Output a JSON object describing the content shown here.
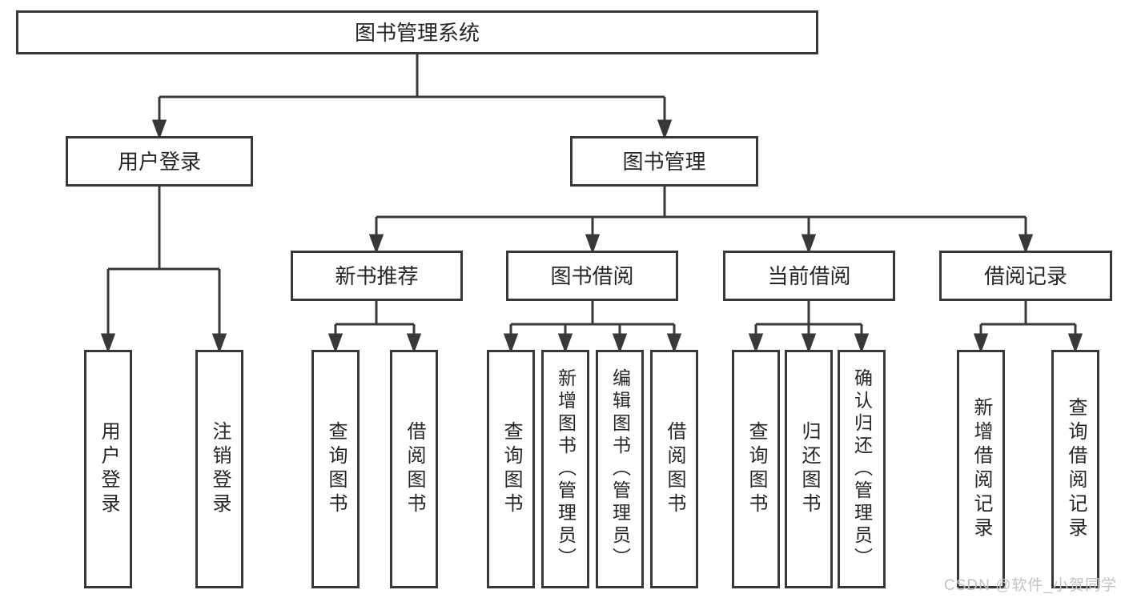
{
  "diagram_type": "functional-structure-tree",
  "colors": {
    "background": "#ffffff",
    "line": "#383838",
    "box_border": "#383838",
    "text": "#262626",
    "watermark": "#c3c3c3"
  },
  "tree": {
    "root": {
      "label": "图书管理系统"
    },
    "branches": [
      {
        "label": "用户登录",
        "children": [
          {
            "label": "用户登录"
          },
          {
            "label": "注销登录"
          }
        ]
      },
      {
        "label": "图书管理",
        "children": [
          {
            "label": "新书推荐",
            "children": [
              {
                "label": "查询图书"
              },
              {
                "label": "借阅图书"
              }
            ]
          },
          {
            "label": "图书借阅",
            "children": [
              {
                "label": "查询图书"
              },
              {
                "label": "新增图书（管理员）"
              },
              {
                "label": "编辑图书（管理员）"
              },
              {
                "label": "借阅图书"
              }
            ]
          },
          {
            "label": "当前借阅",
            "children": [
              {
                "label": "查询图书"
              },
              {
                "label": "归还图书"
              },
              {
                "label": "确认归还（管理员）"
              }
            ]
          },
          {
            "label": "借阅记录",
            "children": [
              {
                "label": "新增借阅记录"
              },
              {
                "label": "查询借阅记录"
              }
            ]
          }
        ]
      }
    ]
  },
  "watermark": {
    "text": "CSDN @软件_小贺同学"
  }
}
